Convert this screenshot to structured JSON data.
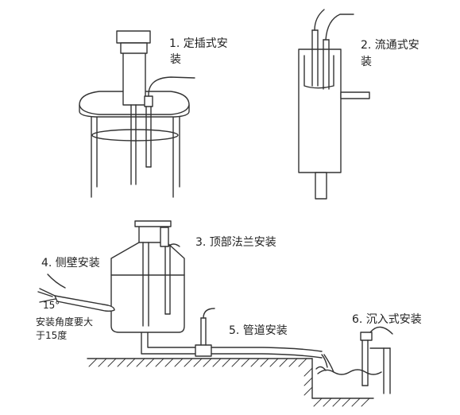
{
  "labels": {
    "insertion": {
      "line1": "1. 定插式安",
      "line2": "装"
    },
    "flow": {
      "line1": "2. 流通式安",
      "line2": "装"
    },
    "flange": "3. 顶部法兰安装",
    "side_wall": "4. 侧壁安装",
    "pipeline": "5. 管道安装",
    "immersion": "6. 沉入式安装"
  },
  "side_wall_note": {
    "angle": "15°",
    "line1": "安装角度要大",
    "line2": "于15度"
  }
}
